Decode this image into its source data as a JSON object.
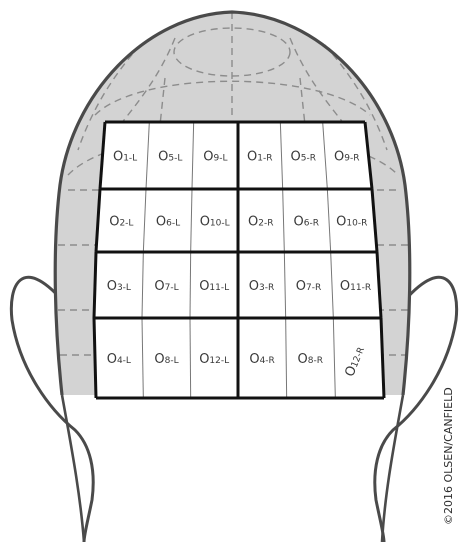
{
  "diagram": {
    "copyright": "©2016 OLSEN/CANFIELD",
    "colors": {
      "head_fill": "#d3d3d3",
      "outline": "#4a4a4a",
      "grid_line": "#111111",
      "dashed": "#8c8c8c",
      "background": "#ffffff"
    },
    "zones": [
      {
        "id": "O1-L",
        "main": "O",
        "sub": "1-L"
      },
      {
        "id": "O5-L",
        "main": "O",
        "sub": "5-L"
      },
      {
        "id": "O9-L",
        "main": "O",
        "sub": "9-L"
      },
      {
        "id": "O1-R",
        "main": "O",
        "sub": "1-R"
      },
      {
        "id": "O5-R",
        "main": "O",
        "sub": "5-R"
      },
      {
        "id": "O9-R",
        "main": "O",
        "sub": "9-R"
      },
      {
        "id": "O2-L",
        "main": "O",
        "sub": "2-L"
      },
      {
        "id": "O6-L",
        "main": "O",
        "sub": "6-L"
      },
      {
        "id": "O10-L",
        "main": "O",
        "sub": "10-L"
      },
      {
        "id": "O2-R",
        "main": "O",
        "sub": "2-R"
      },
      {
        "id": "O6-R",
        "main": "O",
        "sub": "6-R"
      },
      {
        "id": "O10-R",
        "main": "O",
        "sub": "10-R"
      },
      {
        "id": "O3-L",
        "main": "O",
        "sub": "3-L"
      },
      {
        "id": "O7-L",
        "main": "O",
        "sub": "7-L"
      },
      {
        "id": "O11-L",
        "main": "O",
        "sub": "11-L"
      },
      {
        "id": "O3-R",
        "main": "O",
        "sub": "3-R"
      },
      {
        "id": "O7-R",
        "main": "O",
        "sub": "7-R"
      },
      {
        "id": "O11-R",
        "main": "O",
        "sub": "11-R"
      },
      {
        "id": "O4-L",
        "main": "O",
        "sub": "4-L"
      },
      {
        "id": "O8-L",
        "main": "O",
        "sub": "8-L"
      },
      {
        "id": "O12-L",
        "main": "O",
        "sub": "12-L"
      },
      {
        "id": "O4-R",
        "main": "O",
        "sub": "4-R"
      },
      {
        "id": "O8-R",
        "main": "O",
        "sub": "8-R"
      },
      {
        "id": "O12-R",
        "main": "O",
        "sub": "12-R"
      }
    ]
  }
}
